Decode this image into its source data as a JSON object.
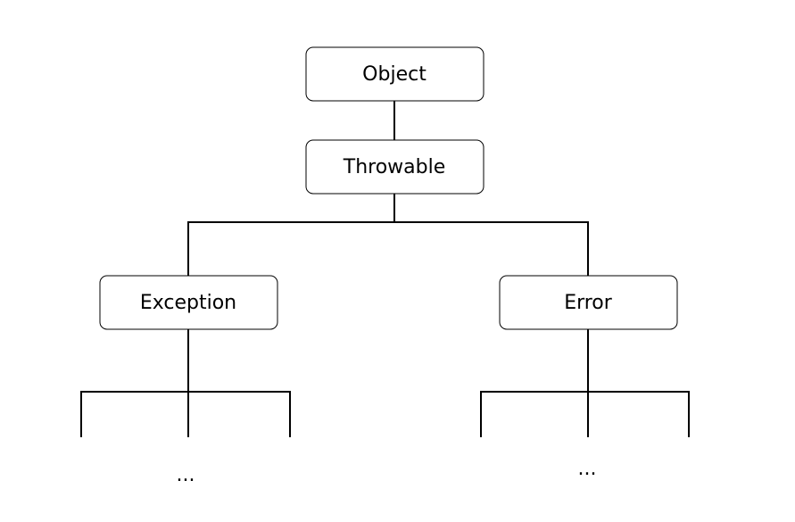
{
  "diagram": {
    "nodes": {
      "object": {
        "label": "Object"
      },
      "throwable": {
        "label": "Throwable"
      },
      "exception": {
        "label": "Exception"
      },
      "error": {
        "label": "Error"
      }
    },
    "exception_children_ellipsis": "...",
    "error_children_ellipsis": "...",
    "colors": {
      "line": "#000000",
      "box_fill": "#ffffff",
      "text": "#000000"
    }
  }
}
